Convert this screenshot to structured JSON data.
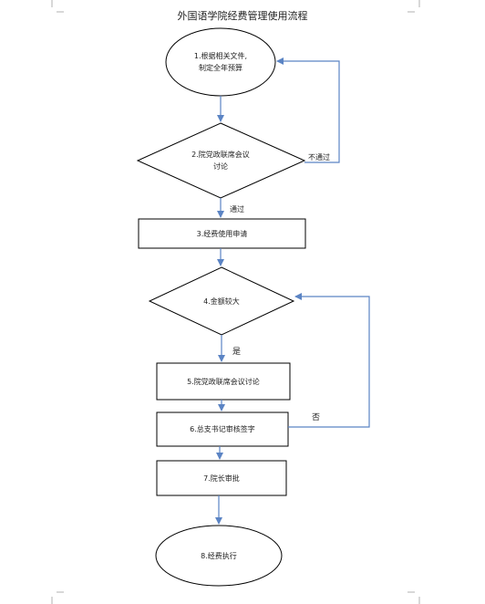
{
  "document": {
    "title": "外国语学院经费管理使用流程"
  },
  "nodes": {
    "n1": {
      "line1": "1.根据相关文件,",
      "line2": "制定全年预算"
    },
    "n2": {
      "line1": "2.院党政联席会议",
      "line2": "讨论"
    },
    "n3": {
      "text": "3.经费使用申请"
    },
    "n4": {
      "text": "4.金额较大"
    },
    "n5": {
      "text": "5.院党政联席会议讨论"
    },
    "n6": {
      "text": "6.总支书记审核签字"
    },
    "n7": {
      "text": "7.院长审批"
    },
    "n8": {
      "text": "8.经费执行"
    }
  },
  "edge_labels": {
    "reject": "不通过",
    "pass": "通过",
    "yes": "是",
    "no": "否"
  },
  "colors": {
    "stroke": "#000000",
    "arrow": "#5b84c4",
    "corner_marks": "#b0b0b0"
  }
}
